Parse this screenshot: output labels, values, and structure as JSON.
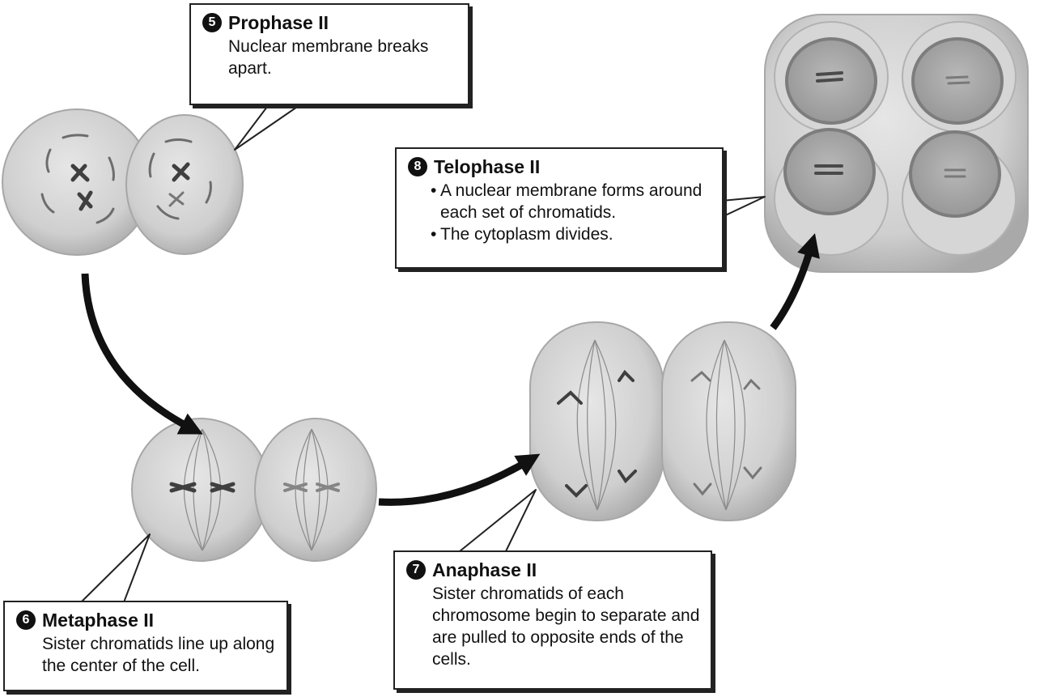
{
  "stages": [
    {
      "key": "prophase",
      "number": "5",
      "title": "Prophase II",
      "description": "Nuclear membrane breaks apart."
    },
    {
      "key": "metaphase",
      "number": "6",
      "title": "Metaphase II",
      "description": "Sister chromatids line up along the center of the cell."
    },
    {
      "key": "anaphase",
      "number": "7",
      "title": "Anaphase II",
      "description": "Sister chromatids of each chromosome begin to separate and are pulled to opposite ends of the cells."
    },
    {
      "key": "telophase",
      "number": "8",
      "title": "Telophase II",
      "bullets": [
        "A nuclear membrane forms around each set of chromatids.",
        "The cytoplasm divides."
      ]
    }
  ],
  "colors": {
    "cell_fill": "#cfcfcf",
    "cell_edge": "#a7a7a7",
    "nucleus_fill": "#a9a9a9",
    "nucleus_ring": "#7d7d7d",
    "chromatid": "#4a4a4a",
    "arrow": "#111111"
  }
}
